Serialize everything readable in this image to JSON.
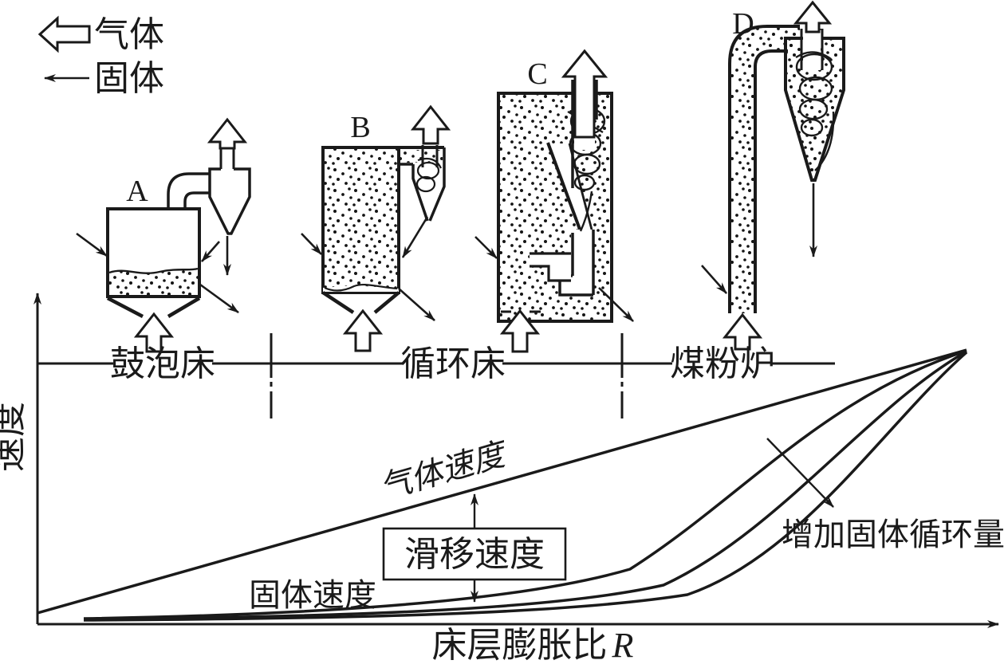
{
  "legend": {
    "gas_label": "气体",
    "solid_label": "固体"
  },
  "reactors": {
    "a_label": "A",
    "b_label": "B",
    "c_label": "C",
    "d_label": "D"
  },
  "sections": {
    "bubbling_bed": "鼓泡床",
    "circulating_bed": "循环床",
    "pulverized_coal_furnace": "煤粉炉"
  },
  "graph": {
    "y_axis_label": "速度",
    "x_axis_label": "床层膨胀比",
    "x_axis_symbol": "R",
    "gas_velocity_label": "气体速度",
    "slip_velocity_label": "滑移速度",
    "solid_velocity_label": "固体速度",
    "annotation_label": "增加固体循环量",
    "curves": "one straight rising gas-velocity line and three S-shaped solid-velocity curves converging at upper right"
  },
  "colors": {
    "ink": "#1a1a1a",
    "background": "#ffffff"
  }
}
